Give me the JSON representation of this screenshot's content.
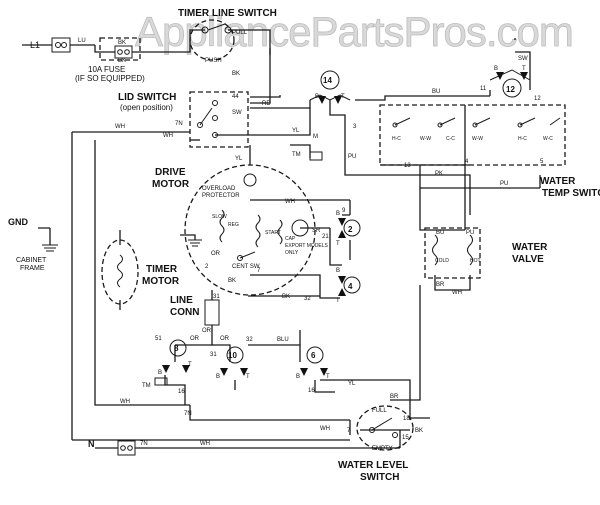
{
  "watermark": "AppliancePartsPros.com",
  "labels": {
    "timer_line_switch": "TIMER LINE SWITCH",
    "l1": "L1",
    "lu": "LU",
    "bk": "BK",
    "fuse": "10A FUSE",
    "fuse_note": "(IF SO EQUIPPED)",
    "pull": "PULL",
    "push": "PUSH",
    "lid_switch": "LID SWITCH",
    "lid_switch_note": "(open position)",
    "t44": "44",
    "rd": "RD",
    "sw": "SW",
    "n7": "7N",
    "wh": "WH",
    "yl": "YL",
    "m": "M",
    "t3": "3",
    "tm": "TM",
    "pu": "PU",
    "n14": "14",
    "b": "B",
    "t": "T",
    "bu": "BU",
    "t11": "11",
    "n12": "12",
    "hc": "H-C",
    "ww": "W-W",
    "cc": "C-C",
    "wc": "W-C",
    "t13": "13",
    "t4": "4",
    "t5": "5",
    "pk": "PK",
    "water_temp": "WATER",
    "water_temp_switch": "TEMP SWITCH",
    "cold": "COLD",
    "hot": "HOT",
    "water": "WATER",
    "valve": "VALVE",
    "br": "BR",
    "drive": "DRIVE",
    "motor": "MOTOR",
    "overload": "OVERLOAD",
    "protector": "PROTECTOR",
    "slow": "SLOW",
    "reg": "REG",
    "start": "START",
    "cent_sw": "CENT SW",
    "sr": "SR",
    "cap_export": "CAP",
    "models": "EXPORT MODELS",
    "only": "ONLY",
    "t21": "21",
    "n2": "2",
    "t9": "9",
    "n4": "4",
    "or": "OR",
    "t7": "7",
    "t32": "32",
    "gnd": "GND",
    "cabinet": "CABINET",
    "frame": "FRAME",
    "timer": "TIMER",
    "line": "LINE",
    "conn": "CONN",
    "t31": "31",
    "blu": "BLU",
    "t51": "51",
    "n8": "8",
    "n10": "10",
    "n6": "6",
    "t16": "16",
    "t18": "18",
    "full": "FULL",
    "t15": "15",
    "empty": "EMPTY",
    "n": "N",
    "water_level": "WATER LEVEL",
    "switch": "SWITCH"
  }
}
